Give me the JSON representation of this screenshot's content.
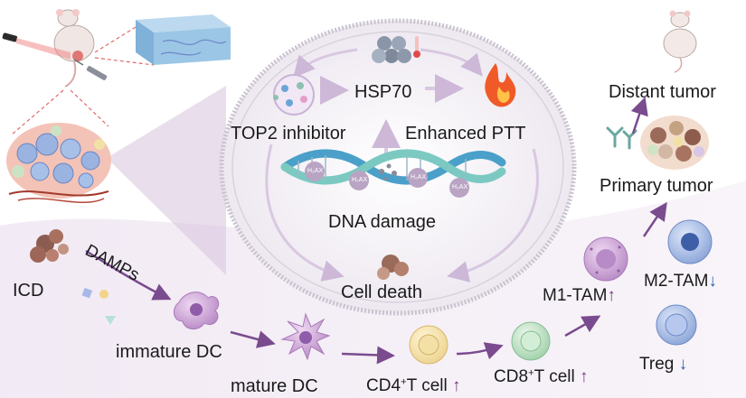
{
  "labels": {
    "hsp70": "HSP70",
    "top2_inhibitor": "TOP2 inhibitor",
    "enhanced_ptt": "Enhanced PTT",
    "dna_damage": "DNA damage",
    "cell_death": "Cell death",
    "icd": "ICD",
    "damps": "DAMPs",
    "immature_dc": "immature DC",
    "mature_dc": "mature DC",
    "cd4_prefix": "CD4",
    "cd4_sup": "+",
    "cd4_suffix": "T cell",
    "cd8_prefix": "CD8",
    "cd8_sup": "+",
    "cd8_suffix": "T cell",
    "m1_tam": "M1-TAM",
    "m2_tam": "M2-TAM",
    "treg": "Treg",
    "primary_tumor": "Primary tumor",
    "distant_tumor": "Distant tumor",
    "h2ax": "H₂AX"
  },
  "arrows": {
    "up": "↑",
    "down": "↓"
  },
  "colors": {
    "accent_purple": "#7a3a7e",
    "accent_blue": "#2f5fa8",
    "ellipse_fill": "#f4f0f6",
    "dna_blue": "#4aa0c8",
    "dna_teal": "#7cc9c2"
  },
  "icons": [
    "mouse-icon",
    "laser-icon",
    "syringe-icon",
    "hydrogel-block-icon",
    "tumor-cluster-icon",
    "nanoparticle-icon",
    "thermometer-icon",
    "flame-icon",
    "dna-helix-icon",
    "dead-cell-icon",
    "dc-cell-icon",
    "t-cell-icon",
    "macrophage-icon",
    "antibody-icon"
  ]
}
